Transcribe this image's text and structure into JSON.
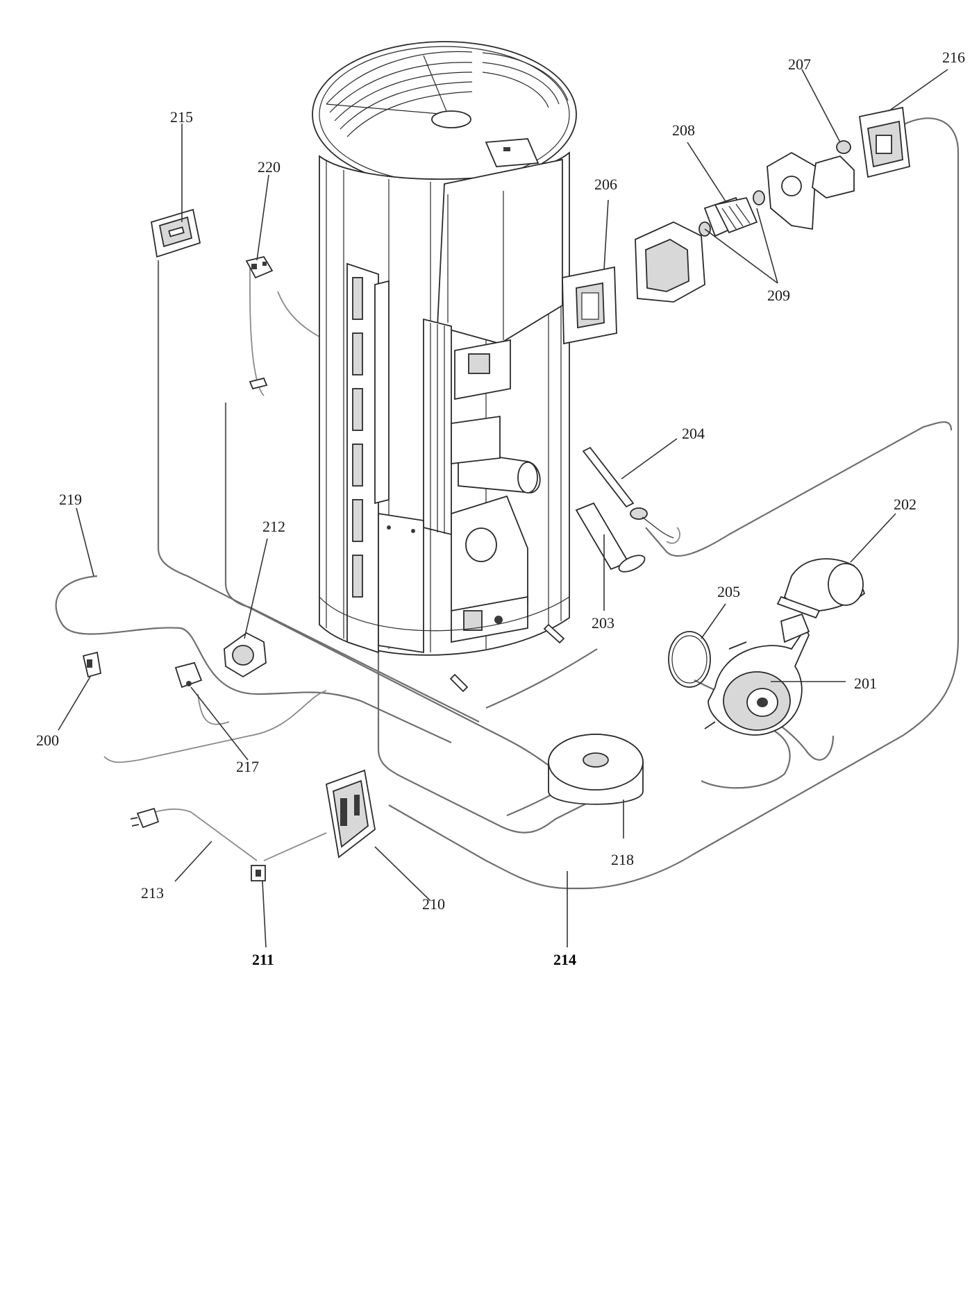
{
  "diagram": {
    "labels": {
      "l200": "200",
      "l201": "201",
      "l202": "202",
      "l203": "203",
      "l204": "204",
      "l205": "205",
      "l206": "206",
      "l207": "207",
      "l208": "208",
      "l209": "209",
      "l210": "210",
      "l211": "211",
      "l212": "212",
      "l213": "213",
      "l214": "214",
      "l215": "215",
      "l216": "216",
      "l217": "217",
      "l218": "218",
      "l219": "219",
      "l220": "220"
    }
  }
}
